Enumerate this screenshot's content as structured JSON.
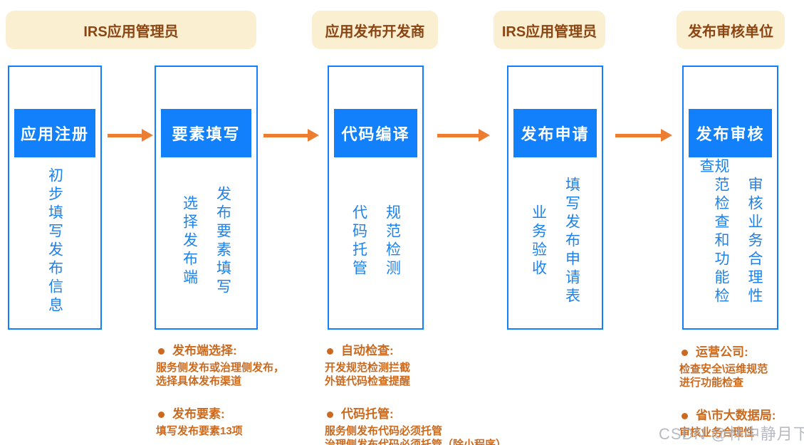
{
  "colors": {
    "badge_bg": "#FBEFD1",
    "badge_text": "#8B4513",
    "step_blue": "#1180FA",
    "vertical_text_blue": "#1F82EC",
    "arrow_orange": "#ED7D31",
    "note_orange": "#CB6A1E",
    "watermark_gray": "#ABAFB6"
  },
  "headers": [
    {
      "label": "IRS应用管理员"
    },
    {
      "label": "应用发布开发商"
    },
    {
      "label": "IRS应用管理员"
    },
    {
      "label": "发布审核单位"
    }
  ],
  "steps": [
    {
      "title": "应用注册",
      "columns": [
        "初步填写发布信息"
      ]
    },
    {
      "title": "要素填写",
      "columns": [
        "选择发布端",
        "发布要素填写"
      ]
    },
    {
      "title": "代码编译",
      "columns": [
        "代码托管",
        "规范检测"
      ]
    },
    {
      "title": "发布申请",
      "columns": [
        "业务验收",
        "填写发布申请表"
      ]
    },
    {
      "title": "发布审核",
      "columns": [
        "规范检查和功能检查",
        "审核业务合理性"
      ]
    }
  ],
  "notes": [
    {
      "items": [
        {
          "heading": "发布端选择:",
          "lines": [
            "服务侧发布或治理侧发布，",
            "选择具体发布渠道"
          ]
        },
        {
          "heading": "发布要素:",
          "lines": [
            "填写发布要素13项"
          ]
        }
      ]
    },
    {
      "items": [
        {
          "heading": "自动检查:",
          "lines": [
            "开发规范检测拦截",
            "外链代码检查提醒"
          ]
        },
        {
          "heading": "代码托管:",
          "lines": [
            "服务侧发布代码必须托管",
            "治理侧发布代码必须托管（除小程序）"
          ]
        }
      ]
    },
    {
      "items": [
        {
          "heading": "运营公司:",
          "lines": [
            "检查安全\\运维规范",
            "进行功能检查"
          ]
        },
        {
          "heading": "省\\市大数据局:",
          "lines": [
            "审核业务合理性"
          ]
        }
      ]
    }
  ],
  "watermark": "CSDN @林中静月下仙"
}
